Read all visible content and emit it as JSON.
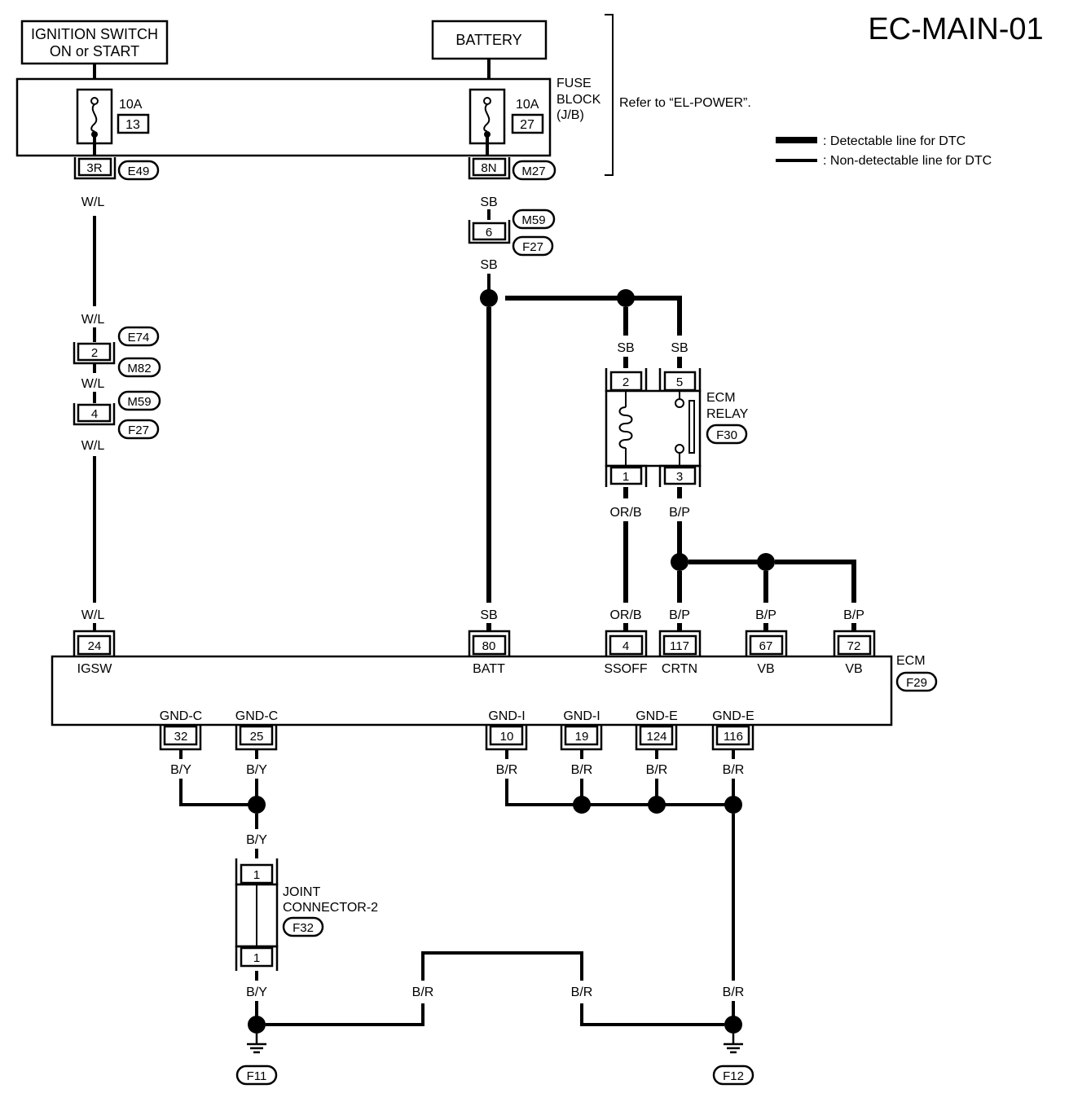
{
  "diagram_id": "EC-MAIN-01",
  "sources": {
    "ignition_line1": "IGNITION SWITCH",
    "ignition_line2": "ON or START",
    "battery": "BATTERY"
  },
  "fuse_block": {
    "label_line1": "FUSE",
    "label_line2": "BLOCK",
    "label_line3": "(J/B)",
    "refer_note": "Refer to “EL-POWER”.",
    "fuse_left_rating": "10A",
    "fuse_left_num": "13",
    "fuse_right_rating": "10A",
    "fuse_right_num": "27",
    "term_left": "3R",
    "term_left_conn": "E49",
    "term_right": "8N",
    "term_right_conn": "M27"
  },
  "legend": {
    "detectable": ": Detectable line for DTC",
    "non_detectable": ": Non-detectable line for DTC"
  },
  "wire_colors": {
    "wl": "W/L",
    "sb": "SB",
    "orb": "OR/B",
    "bp": "B/P",
    "by": "B/Y",
    "br": "B/R"
  },
  "connectors": {
    "e74": "E74",
    "m82": "M82",
    "m59": "M59",
    "f27": "F27",
    "pin2": "2",
    "pin4": "4",
    "pin6": "6"
  },
  "ecm_relay": {
    "label_line1": "ECM",
    "label_line2": "RELAY",
    "conn": "F30",
    "pin_top_left": "2",
    "pin_top_right": "5",
    "pin_bottom_left": "1",
    "pin_bottom_right": "3"
  },
  "ecm": {
    "label": "ECM",
    "conn": "F29",
    "top_pins": [
      {
        "num": "24",
        "name": "IGSW"
      },
      {
        "num": "80",
        "name": "BATT"
      },
      {
        "num": "4",
        "name": "SSOFF"
      },
      {
        "num": "117",
        "name": "CRTN"
      },
      {
        "num": "67",
        "name": "VB"
      },
      {
        "num": "72",
        "name": "VB"
      }
    ],
    "bottom_pins": [
      {
        "num": "32",
        "name": "GND-C"
      },
      {
        "num": "25",
        "name": "GND-C"
      },
      {
        "num": "10",
        "name": "GND-I"
      },
      {
        "num": "19",
        "name": "GND-I"
      },
      {
        "num": "124",
        "name": "GND-E"
      },
      {
        "num": "116",
        "name": "GND-E"
      }
    ]
  },
  "joint_connector": {
    "label_line1": "JOINT",
    "label_line2": "CONNECTOR-2",
    "conn": "F32",
    "pin_top": "1",
    "pin_bottom": "1"
  },
  "grounds": {
    "left": "F11",
    "right": "F12"
  }
}
